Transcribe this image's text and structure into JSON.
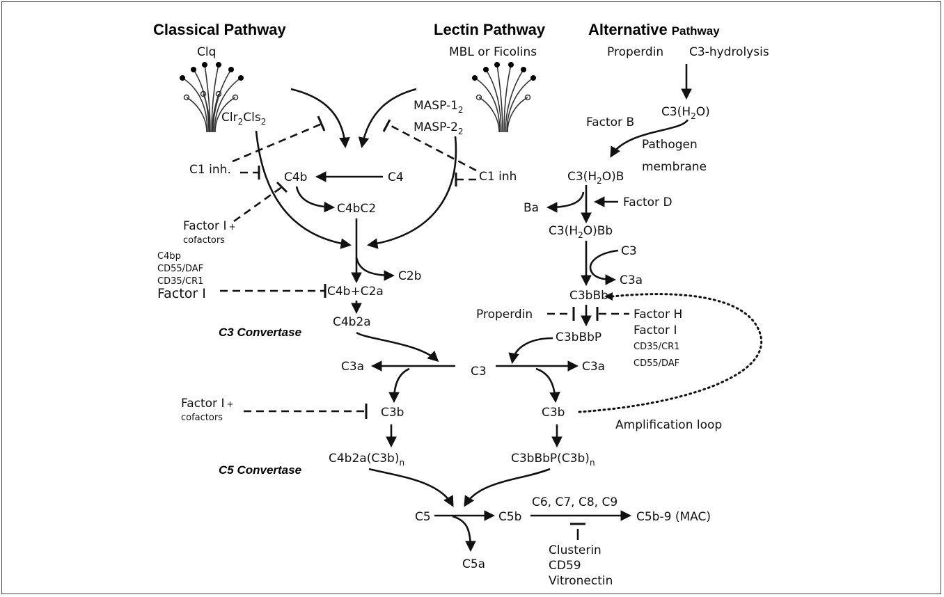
{
  "headers": {
    "classical": "Classical Pathway",
    "lectin": "Lectin Pathway",
    "alternative_main": "Alternative",
    "alternative_sub": "Pathway"
  },
  "classical": {
    "c1q": "Clq",
    "c1r_main": "Clr",
    "c1r_sub": "2",
    "c1s_main": "Cls",
    "c1s_sub": "2",
    "c1_inh": "C1 inh.",
    "factor_i_cof": "Factor I",
    "plus": "+",
    "cofactors": "cofactors",
    "reg1": "C4bp",
    "reg2": "CD55/DAF",
    "reg3": "CD35/CR1",
    "reg4": "Factor I"
  },
  "lectin": {
    "mbl": "MBL or Ficolins",
    "masp1_main": "MASP-1",
    "masp1_sub": "2",
    "masp2_main": "MASP-2",
    "masp2_sub": "2",
    "c1_inh": "C1 inh"
  },
  "center": {
    "c4b": "C4b",
    "c4": "C4",
    "c4bc2": "C4bC2",
    "c2b": "C2b",
    "c4b_c2a": "C4b+C2a",
    "c4b2a": "C4b2a",
    "c3_convertase": "C3 Convertase",
    "c3": "C3",
    "c3a_left": "C3a",
    "c3b_left": "C3b",
    "factor_i_cof": "Factor I",
    "plus": "+",
    "cofactors": "cofactors",
    "c4b2ac3b_main": "C4b2a(C3b)",
    "c4b2ac3b_sub": "n",
    "c5_convertase": "C5 Convertase",
    "c5": "C5",
    "c5b": "C5b",
    "c6_c9": "C6, C7, C8, C9",
    "mac": "C5b-9 (MAC)",
    "c5a": "C5a",
    "clusterin": "Clusterin",
    "cd59": "CD59",
    "vitronectin": "Vitronectin"
  },
  "alternative": {
    "properdin": "Properdin",
    "c3_hydrolysis": "C3-hydrolysis",
    "c3h2o_a": "C3(H",
    "c3h2o_sub": "2",
    "c3h2o_b": "O)",
    "factor_b": "Factor B",
    "pathogen": "Pathogen",
    "membrane": "membrane",
    "c3h2ob_b": "O)B",
    "ba": "Ba",
    "factor_d": "Factor D",
    "c3h2obb_b": "O)Bb",
    "c3": "C3",
    "c3a": "C3a",
    "c3bbb": "C3bBb",
    "properdin2": "Properdin",
    "factor_h": "Factor H",
    "factor_i": "Factor I",
    "cd35": "CD35/CR1",
    "cd55": "CD55/DAF",
    "c3bbbp": "C3bBbP",
    "c3a_right": "C3a",
    "c3b_right": "C3b",
    "amplification": "Amplification loop",
    "c3bbbpc3b_main": "C3bBbP(C3b)",
    "c3bbbpc3b_sub": "n"
  }
}
